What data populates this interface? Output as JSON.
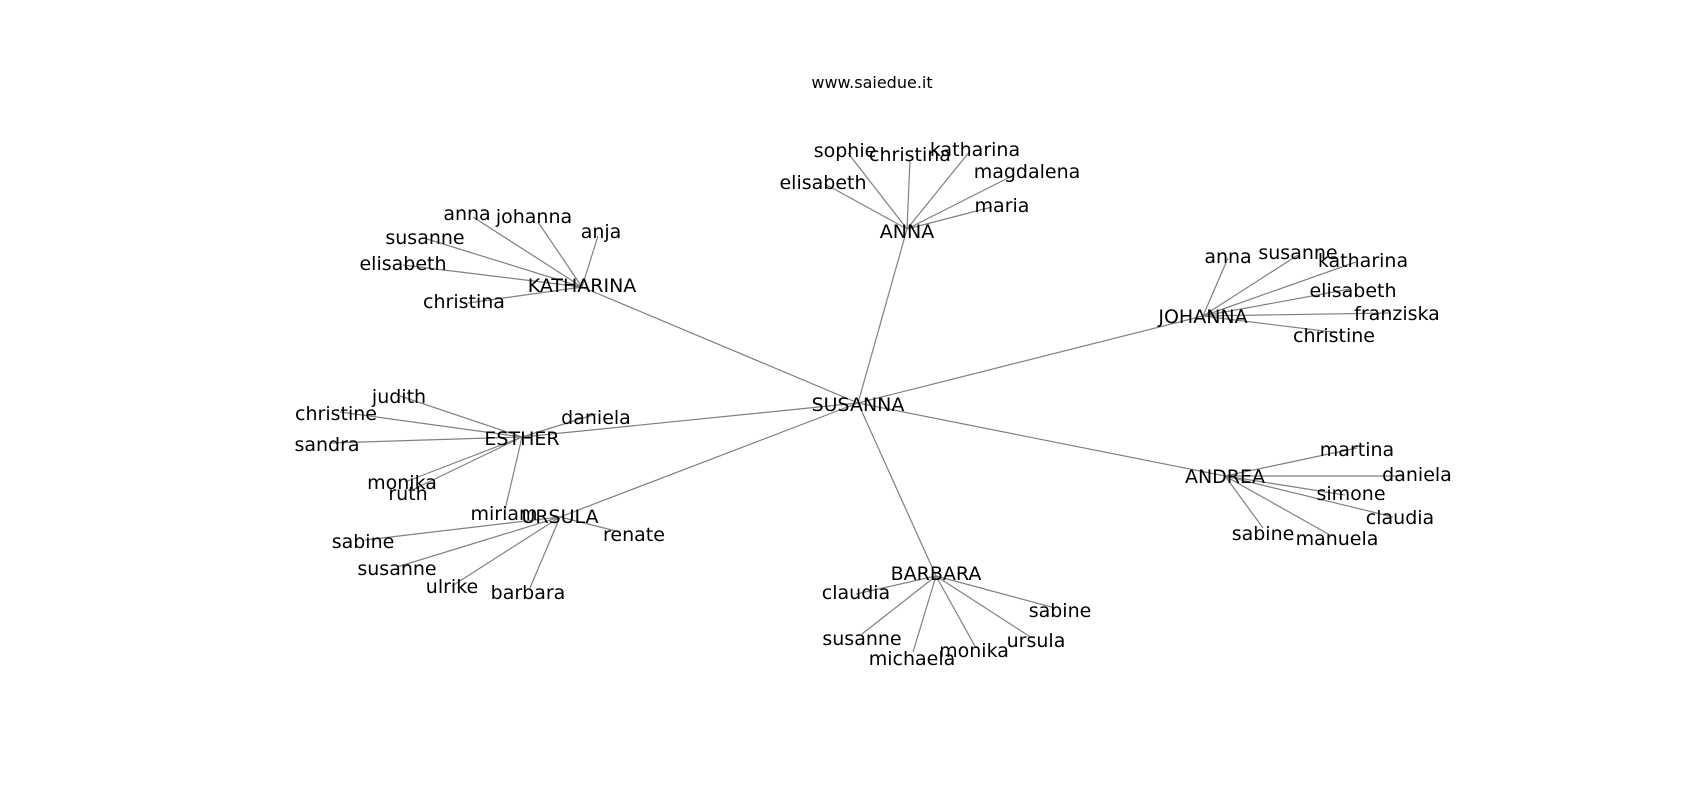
{
  "caption": "www.saiedue.it",
  "graph": {
    "root": "SUSANNA",
    "edge_color": "#808080",
    "hubs": [
      {
        "name": "ANNA",
        "parent": "SUSANNA",
        "children": [
          "sophie",
          "christina",
          "katharina",
          "elisabeth",
          "magdalena",
          "maria"
        ]
      },
      {
        "name": "KATHARINA",
        "parent": "SUSANNA",
        "children": [
          "anna",
          "johanna",
          "anja",
          "susanne",
          "elisabeth",
          "christina"
        ]
      },
      {
        "name": "JOHANNA",
        "parent": "SUSANNA",
        "children": [
          "anna",
          "susanne",
          "katharina",
          "elisabeth",
          "franziska",
          "christine"
        ]
      },
      {
        "name": "ESTHER",
        "parent": "SUSANNA",
        "children": [
          "judith",
          "christine",
          "sandra",
          "daniela",
          "monika",
          "ruth",
          "miriam"
        ]
      },
      {
        "name": "URSULA",
        "parent": "SUSANNA",
        "children": [
          "renate",
          "sabine",
          "susanne",
          "ulrike",
          "barbara"
        ]
      },
      {
        "name": "ANDREA",
        "parent": "SUSANNA",
        "children": [
          "martina",
          "daniela",
          "simone",
          "claudia",
          "sabine",
          "manuela"
        ]
      },
      {
        "name": "BARBARA",
        "parent": "SUSANNA",
        "children": [
          "claudia",
          "sabine",
          "ursula",
          "susanne",
          "michaela",
          "monika"
        ]
      }
    ]
  }
}
